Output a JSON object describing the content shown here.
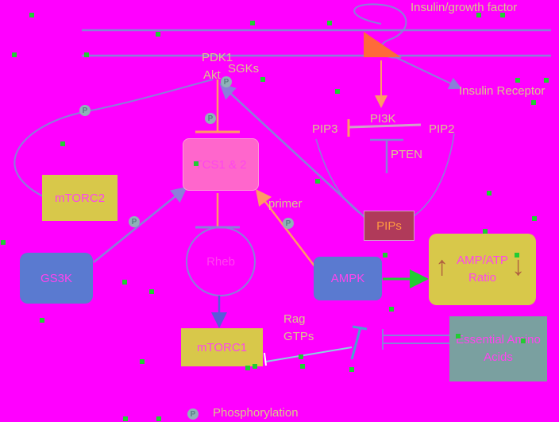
{
  "labels": {
    "insulin_growth_factor": "Insulin/growth factor",
    "insulin_receptor": "Insulin Receptor",
    "pdk1": "PDK1",
    "akt": "Akt",
    "sgks": "SGKs",
    "pi3k": "PI3K",
    "pip3": "PIP3",
    "pip2": "PIP2",
    "pten": "PTEN",
    "primer": "primer",
    "rag_gtps": "Rag GTPs",
    "phosphorylation": "Phosphorylation"
  },
  "nodes": {
    "tsc": "TCS1 & 2",
    "mtorc2": "mTORC2",
    "gs3k": "GS3K",
    "rheb": "Rheb",
    "ampk": "AMPK",
    "amp_atp_ratio": "AMP/ATP Ratio",
    "amp_atp_up": "↑",
    "amp_atp_down": "↓",
    "mtorc1": "mTORC1",
    "essential_amino_acids": "Essential Amino Acids",
    "pips": "PIPs"
  },
  "phospho_symbol": "P",
  "colors": {
    "background": "#ff00ff",
    "membrane": "#8a7fd8",
    "label_text": "#d8c78a",
    "node_text": "#ff44ee",
    "yellow_box": "#d8c84a",
    "blue_box": "#5a7ad0",
    "pink_box": "#ff66cc",
    "teal_box": "#7aa0a0",
    "pips_box": "#b03a5a",
    "receptor": "#ff6a3a",
    "inhibit_bar": "#d0a0c8",
    "phospho_badge": "#8fb2b8",
    "green_dot": "#22cc33"
  }
}
